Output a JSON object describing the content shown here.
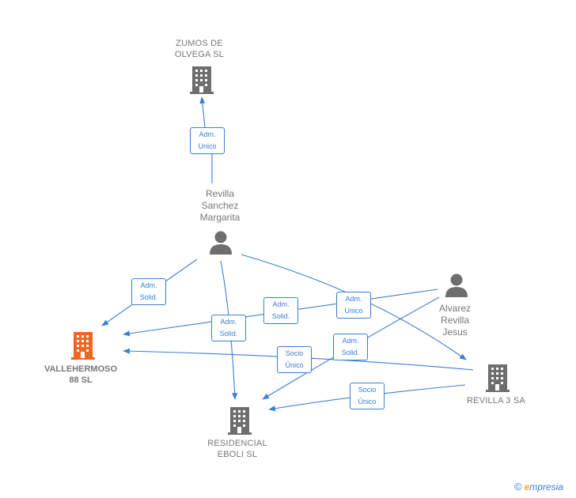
{
  "nodes": {
    "zumos": {
      "label": "ZUMOS DE\nOLVEGA  SL",
      "type": "company"
    },
    "revilla_sanchez": {
      "label": "Revilla\nSanchez\nMargarita",
      "type": "person"
    },
    "alvarez": {
      "label": "Alvarez\nRevilla\nJesus",
      "type": "person"
    },
    "vallehermoso": {
      "label": "VALLEHERMOSO\n88  SL",
      "type": "company",
      "highlight": true
    },
    "revilla3": {
      "label": "REVILLA 3 SA",
      "type": "company"
    },
    "residencial": {
      "label": "RESIDENCIAL\nEBOLI  SL",
      "type": "company"
    }
  },
  "edges": [
    {
      "label": "Adm.\nUnico",
      "from": "revilla_sanchez",
      "to": "zumos"
    },
    {
      "label": "Adm.\nSolid.",
      "from": "revilla_sanchez",
      "to": "vallehermoso"
    },
    {
      "label": "Adm.\nSolid.",
      "from": "alvarez",
      "to": "vallehermoso"
    },
    {
      "label": "Adm.\nSolid.",
      "from": "revilla_sanchez",
      "to": "residencial"
    },
    {
      "label": "Adm.\nUnico",
      "from": "revilla_sanchez",
      "to": "revilla3"
    },
    {
      "label": "Adm.\nSolid.",
      "from": "alvarez",
      "to": "residencial"
    },
    {
      "label": "Socio\nÚnico",
      "from": "revilla3",
      "to": "vallehermoso"
    },
    {
      "label": "Socio\nÚnico",
      "from": "revilla3",
      "to": "residencial"
    }
  ],
  "colors": {
    "edge": "#3a7fd5",
    "node_gray": "#6e6e6e",
    "highlight": "#f26522"
  },
  "brand": {
    "copyright": "©",
    "initial": "e",
    "rest": "mpresia"
  }
}
